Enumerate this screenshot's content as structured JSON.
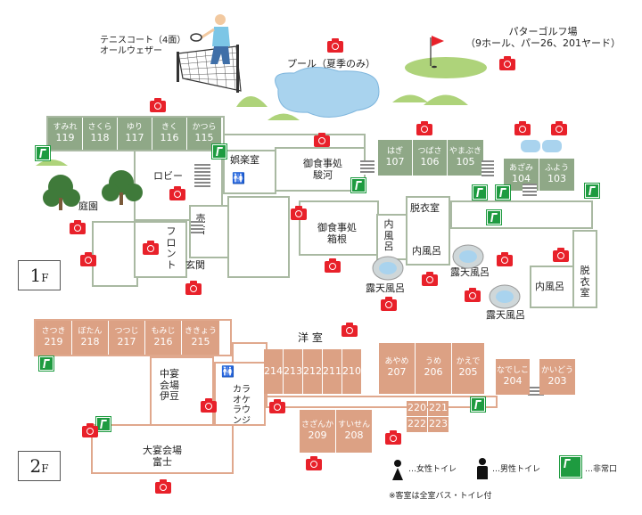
{
  "outdoor": {
    "tennis": "テニスコート（4面）\nオールウェザー",
    "pool": "プール（夏季のみ）",
    "golf": "パターゴルフ場\n（9ホール、パー26、201ヤード）"
  },
  "floor1": {
    "badge": "1",
    "badge_suffix": "F",
    "rooms_left": [
      {
        "name": "すみれ",
        "no": "119"
      },
      {
        "name": "さくら",
        "no": "118"
      },
      {
        "name": "ゆり",
        "no": "117"
      },
      {
        "name": "きく",
        "no": "116"
      },
      {
        "name": "かつら",
        "no": "115"
      }
    ],
    "rooms_mid": [
      {
        "name": "はぎ",
        "no": "107"
      },
      {
        "name": "つばさ",
        "no": "106"
      },
      {
        "name": "やまぶき",
        "no": "105"
      }
    ],
    "rooms_right": [
      {
        "name": "あざみ",
        "no": "104"
      },
      {
        "name": "ふよう",
        "no": "103"
      }
    ],
    "labels": {
      "game_room": "娯楽室",
      "lobby": "ロビー",
      "garden": "庭園",
      "shop": "売店",
      "front": "フロント",
      "entrance": "玄関",
      "dining_suruga": "御食事処\n駿河",
      "dining_hakone": "御食事処\n箱根",
      "changing_room": "脱衣室",
      "inner_bath_v": "内風呂",
      "inner_bath": "内風呂",
      "outdoor_bath_1": "露天風呂",
      "outdoor_bath_2": "露天風呂",
      "inner_bath_right": "内風呂",
      "changing_room_right": "脱衣室",
      "outdoor_bath_3": "露天風呂"
    }
  },
  "floor2": {
    "badge": "2",
    "badge_suffix": "F",
    "rooms_left": [
      {
        "name": "さつき",
        "no": "219"
      },
      {
        "name": "ぼたん",
        "no": "218"
      },
      {
        "name": "つつじ",
        "no": "217"
      },
      {
        "name": "もみじ",
        "no": "216"
      },
      {
        "name": "ききょう",
        "no": "215"
      }
    ],
    "western_label": "洋 室",
    "western_rooms": [
      "214",
      "213",
      "212",
      "211",
      "210"
    ],
    "rooms_mid": [
      {
        "name": "あやめ",
        "no": "207"
      },
      {
        "name": "うめ",
        "no": "206"
      },
      {
        "name": "かえで",
        "no": "205"
      }
    ],
    "rooms_right": [
      {
        "name": "なでしこ",
        "no": "204"
      },
      {
        "name": "かいどう",
        "no": "203"
      }
    ],
    "small_rooms": [
      "220",
      "221",
      "222",
      "223"
    ],
    "rooms_bottom": [
      {
        "name": "さざんか",
        "no": "209"
      },
      {
        "name": "すいせん",
        "no": "208"
      }
    ],
    "labels": {
      "mid_hall": "中宴会場\n伊豆",
      "karaoke": "カラオケ\nラウンジ",
      "big_hall": "大宴会場\n富士"
    }
  },
  "legend": {
    "female": "…女性トイレ",
    "male": "…男性トイレ",
    "exit": "…非常口",
    "note": "※客室は全室バス・トイレ付"
  },
  "colors": {
    "floor1_room": "#8fa887",
    "floor2_room": "#dca184",
    "camera": "#e8212a",
    "exit": "#1e9b40",
    "pool": "#a9d3ee",
    "green": "#aed37a"
  }
}
